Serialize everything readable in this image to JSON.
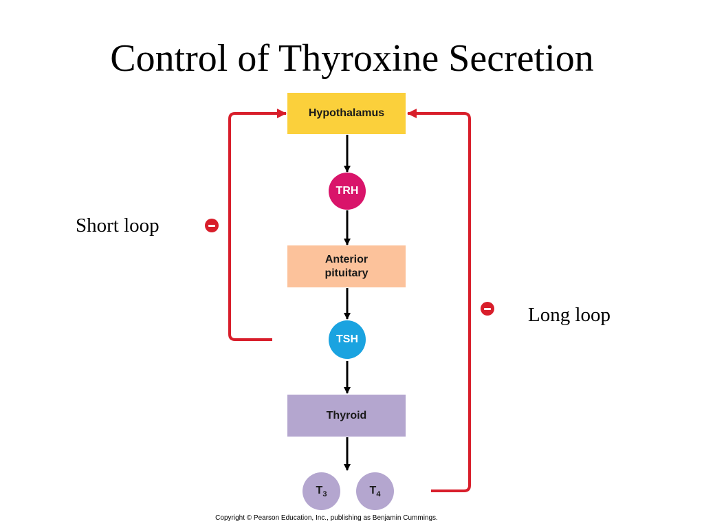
{
  "title": "Control of Thyroxine Secretion",
  "labels": {
    "short_loop": "Short loop",
    "long_loop": "Long loop"
  },
  "nodes": {
    "hypothalamus": "Hypothalamus",
    "trh": "TRH",
    "anterior_pituitary_line1": "Anterior",
    "anterior_pituitary_line2": "pituitary",
    "tsh": "TSH",
    "thyroid": "Thyroid",
    "t3_base": "T",
    "t3_sub": "3",
    "t4_base": "T",
    "t4_sub": "4"
  },
  "feedback_sign": "minus",
  "copyright": "Copyright © Pearson Education, Inc., publishing as Benjamin Cummings.",
  "colors": {
    "hypothalamus": "#fbd03b",
    "trh": "#d9146a",
    "anterior_pituitary": "#fcc29b",
    "tsh": "#1aa3e0",
    "thyroid": "#b4a6cf",
    "t3_t4": "#b4a6cf",
    "feedback": "#d81e2b",
    "arrow": "#000000"
  },
  "icons": {
    "inhibition": "minus-circle-icon"
  }
}
